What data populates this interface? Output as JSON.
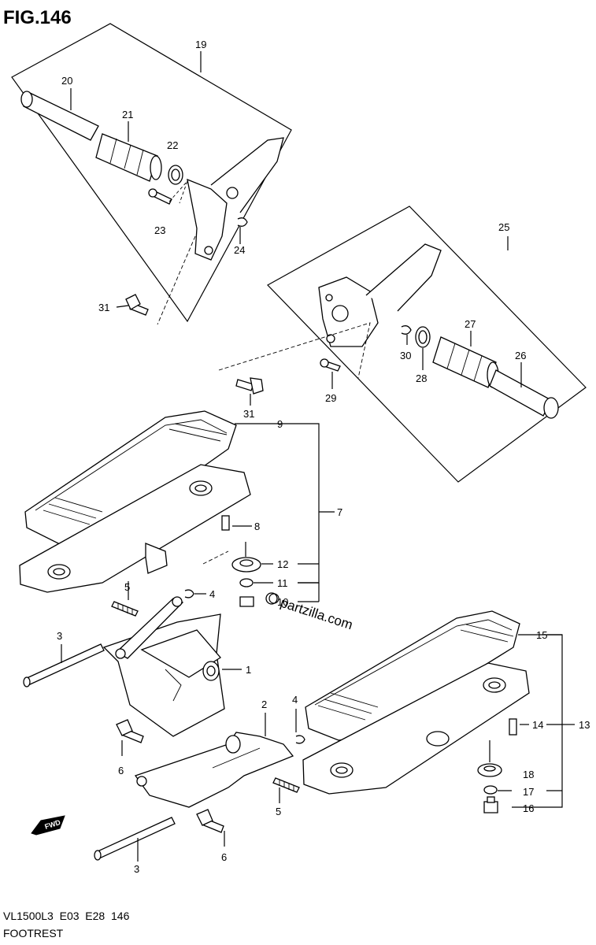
{
  "figure": {
    "title": "FIG.146",
    "model_line": "VL1500L3  E03  E28  146",
    "section_name": "FOOTREST",
    "watermark": "partzilla.com",
    "fwd_label": "FWD"
  },
  "callouts": {
    "c1": "1",
    "c2": "2",
    "c3a": "3",
    "c3b": "3",
    "c4a": "4",
    "c4b": "4",
    "c5a": "5",
    "c5b": "5",
    "c6a": "6",
    "c6b": "6",
    "c7": "7",
    "c8": "8",
    "c9": "9",
    "c10": "10",
    "c11": "11",
    "c12": "12",
    "c13": "13",
    "c14": "14",
    "c15": "15",
    "c16": "16",
    "c17": "17",
    "c18": "18",
    "c19": "19",
    "c20": "20",
    "c21": "21",
    "c22": "22",
    "c23": "23",
    "c24": "24",
    "c25": "25",
    "c26": "26",
    "c27": "27",
    "c28": "28",
    "c29": "29",
    "c30": "30",
    "c31a": "31",
    "c31b": "31"
  }
}
